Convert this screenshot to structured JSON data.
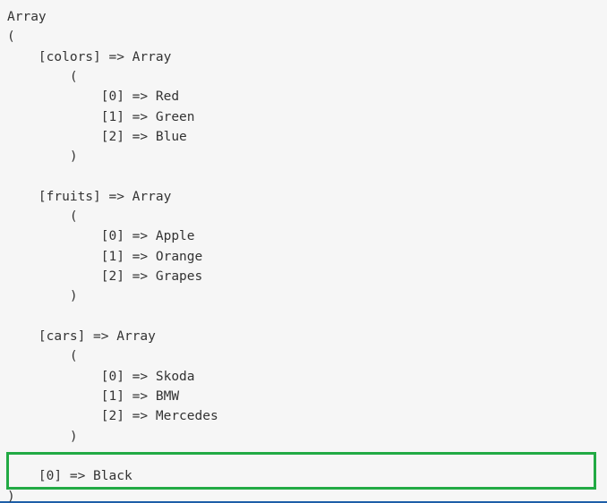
{
  "print_r_output": {
    "lines": [
      "Array",
      "(",
      "    [colors] => Array",
      "        (",
      "            [0] => Red",
      "            [1] => Green",
      "            [2] => Blue",
      "        )",
      "",
      "    [fruits] => Array",
      "        (",
      "            [0] => Apple",
      "            [1] => Orange",
      "            [2] => Grapes",
      "        )",
      "",
      "    [cars] => Array",
      "        (",
      "            [0] => Skoda",
      "            [1] => BMW",
      "            [2] => Mercedes",
      "        )",
      "",
      "    [0] => Black",
      ")"
    ]
  },
  "highlight": {
    "color": "#22aa44"
  }
}
